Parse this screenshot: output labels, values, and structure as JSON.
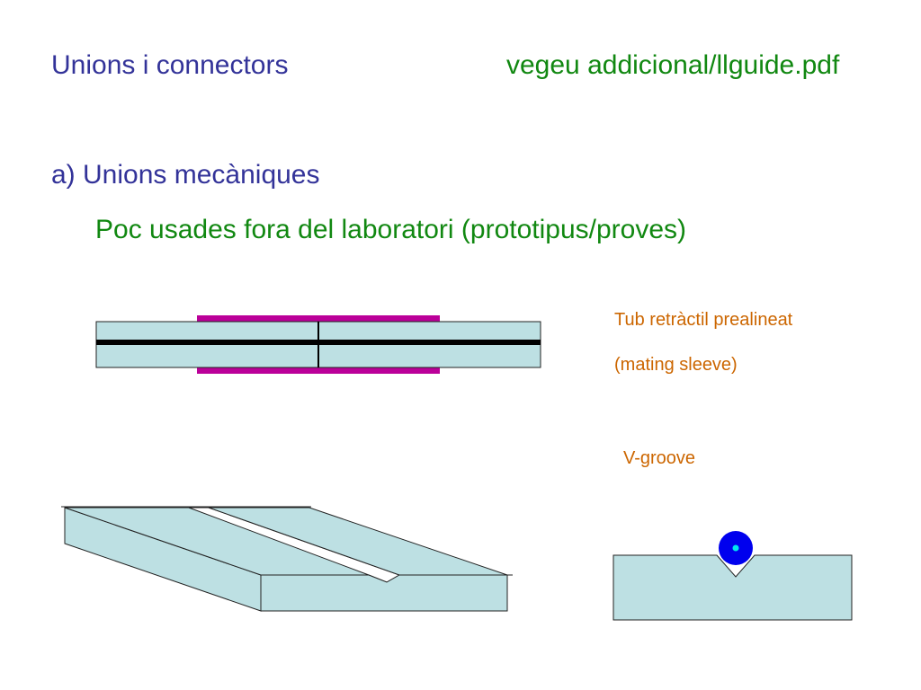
{
  "header": {
    "title": "Unions i connectors",
    "reference": "vegeu addicional/llguide.pdf"
  },
  "section": {
    "title": "a) Unions mecàniques",
    "subtitle": "Poc usades fora del laboratori (prototipus/proves)"
  },
  "labels": {
    "sleeve_line1": "Tub retràctil prealineat",
    "sleeve_line2": "(mating sleeve)",
    "vgroove": "V-groove"
  },
  "colors": {
    "title_blue": "#333399",
    "accent_green": "#118811",
    "label_orange": "#cc6600",
    "fiber_fill": "#bde0e3",
    "sleeve_magenta": "#bb0099",
    "fiber_ball": "#0000ee"
  }
}
